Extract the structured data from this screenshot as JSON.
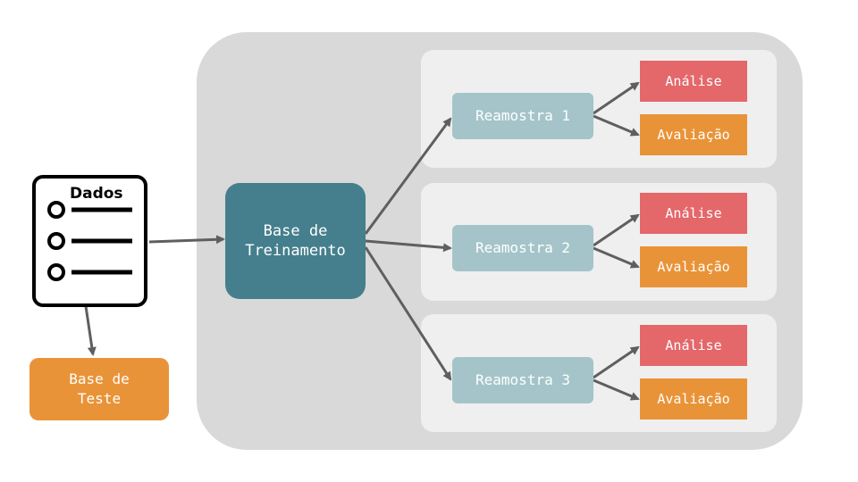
{
  "data_node": {
    "title": "Dados"
  },
  "training_node": {
    "label": "Base de\nTreinamento"
  },
  "test_node": {
    "label": "Base de\nTeste"
  },
  "resamples": [
    {
      "label": "Reamostra 1",
      "analysis": "Análise",
      "evaluation": "Avaliação"
    },
    {
      "label": "Reamostra 2",
      "analysis": "Análise",
      "evaluation": "Avaliação"
    },
    {
      "label": "Reamostra 3",
      "analysis": "Análise",
      "evaluation": "Avaliação"
    }
  ],
  "colors": {
    "training": "#457f8d",
    "resample": "#a4c4c9",
    "analysis": "#e4676a",
    "evaluation": "#e99338",
    "panel": "#d9d9d9",
    "arrow": "#5f5f5f"
  }
}
